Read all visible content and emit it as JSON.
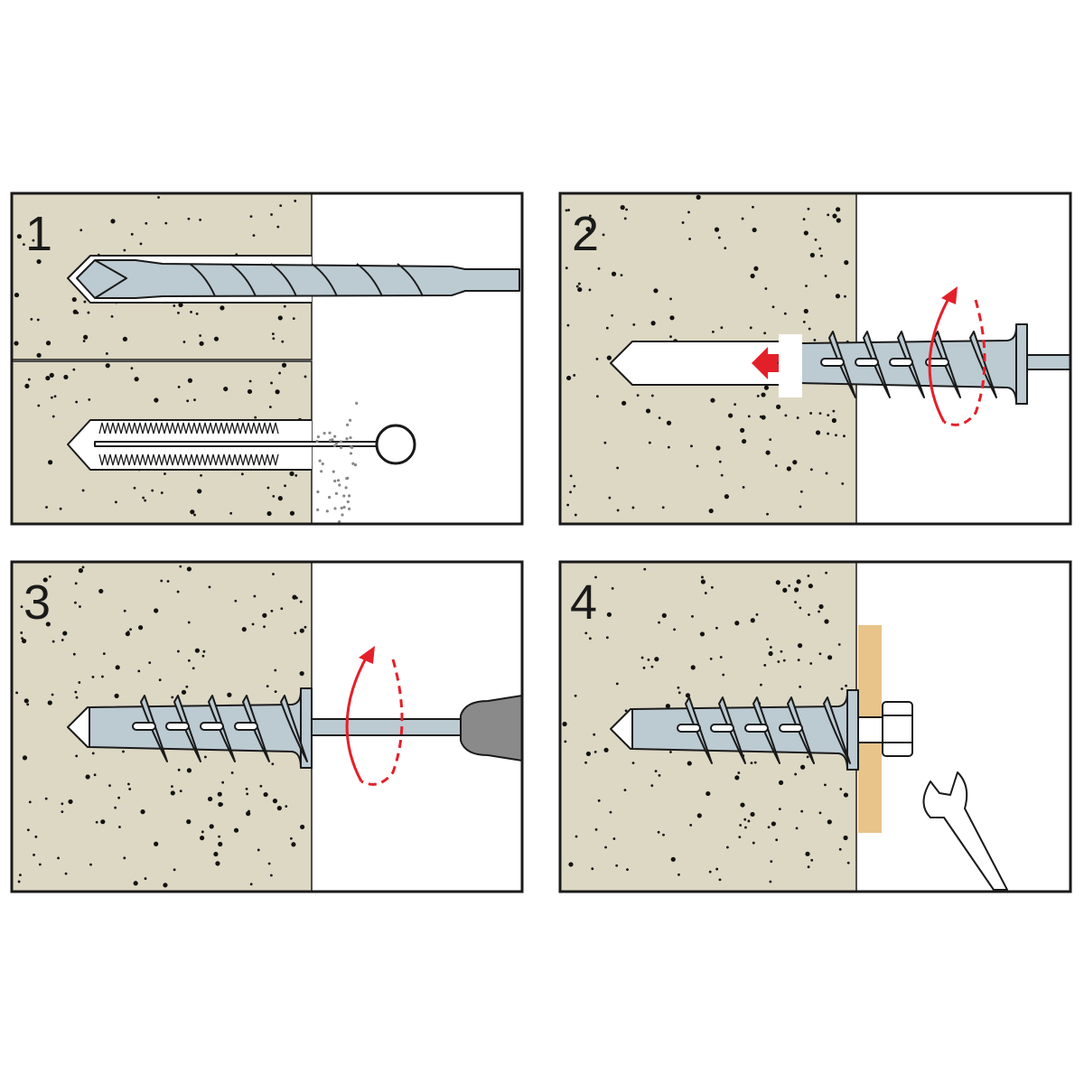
{
  "panels": [
    {
      "number": "1",
      "step": "drill-and-clean-hole"
    },
    {
      "number": "2",
      "step": "screw-anchor-into-hole"
    },
    {
      "number": "3",
      "step": "tighten-with-screwdriver"
    },
    {
      "number": "4",
      "step": "fasten-with-wrench"
    }
  ],
  "colors": {
    "concrete": "#ddd8c4",
    "anchor": "#bccad2",
    "wood": "#e8c48a",
    "arrow": "#e3202a",
    "outline": "#1a1a1a",
    "handle": "#8a8a8a"
  }
}
